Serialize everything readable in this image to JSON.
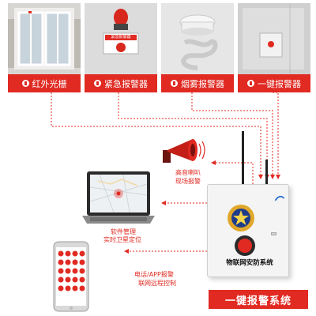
{
  "panels": [
    {
      "label": "红外光栅"
    },
    {
      "label": "紧急报警器",
      "sign_text": "紧急报警器"
    },
    {
      "label": "烟雾报警器"
    },
    {
      "label": "一键报警器"
    }
  ],
  "speaker": {
    "line1": "高音喇叭",
    "line2": "现场报警"
  },
  "laptop": {
    "line1": "软件管理",
    "line2": "实时卫星定位"
  },
  "phone": {
    "line1": "电话/APP报警",
    "line2": "联网远程控制"
  },
  "device": {
    "name": "物联网安防系统"
  },
  "footer": {
    "title": "一键报警系统"
  },
  "colors": {
    "accent": "#e02a22",
    "wire": "#e02a22"
  }
}
